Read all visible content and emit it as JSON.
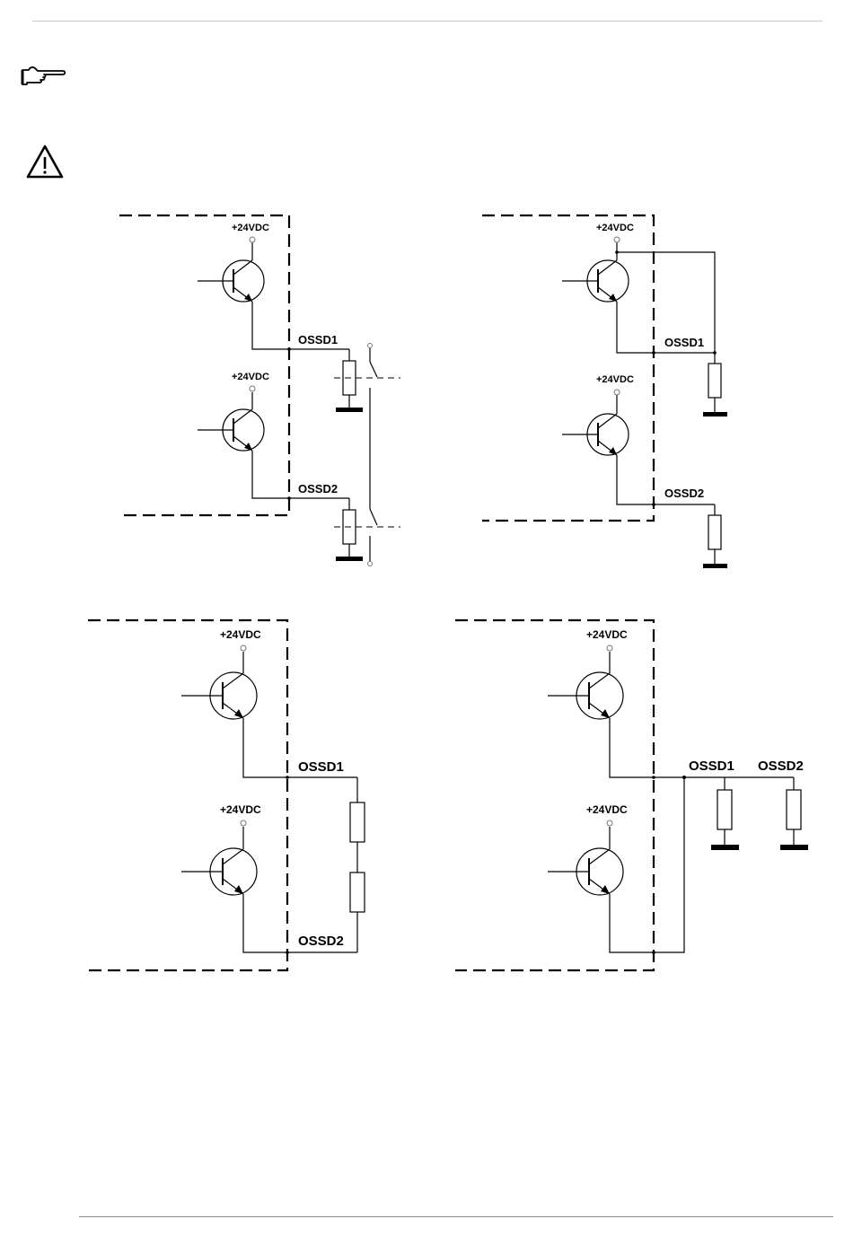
{
  "icons": {
    "note": "pointing-hand-icon",
    "warning": "warning-triangle-icon"
  },
  "labels": {
    "supply": "+24VDC",
    "ossd1": "OSSD1",
    "ossd2": "OSSD2"
  },
  "diagrams": [
    {
      "id": "two-relays"
    },
    {
      "id": "two-loads-pullup"
    },
    {
      "id": "series-load"
    },
    {
      "id": "shorted-outputs"
    }
  ]
}
